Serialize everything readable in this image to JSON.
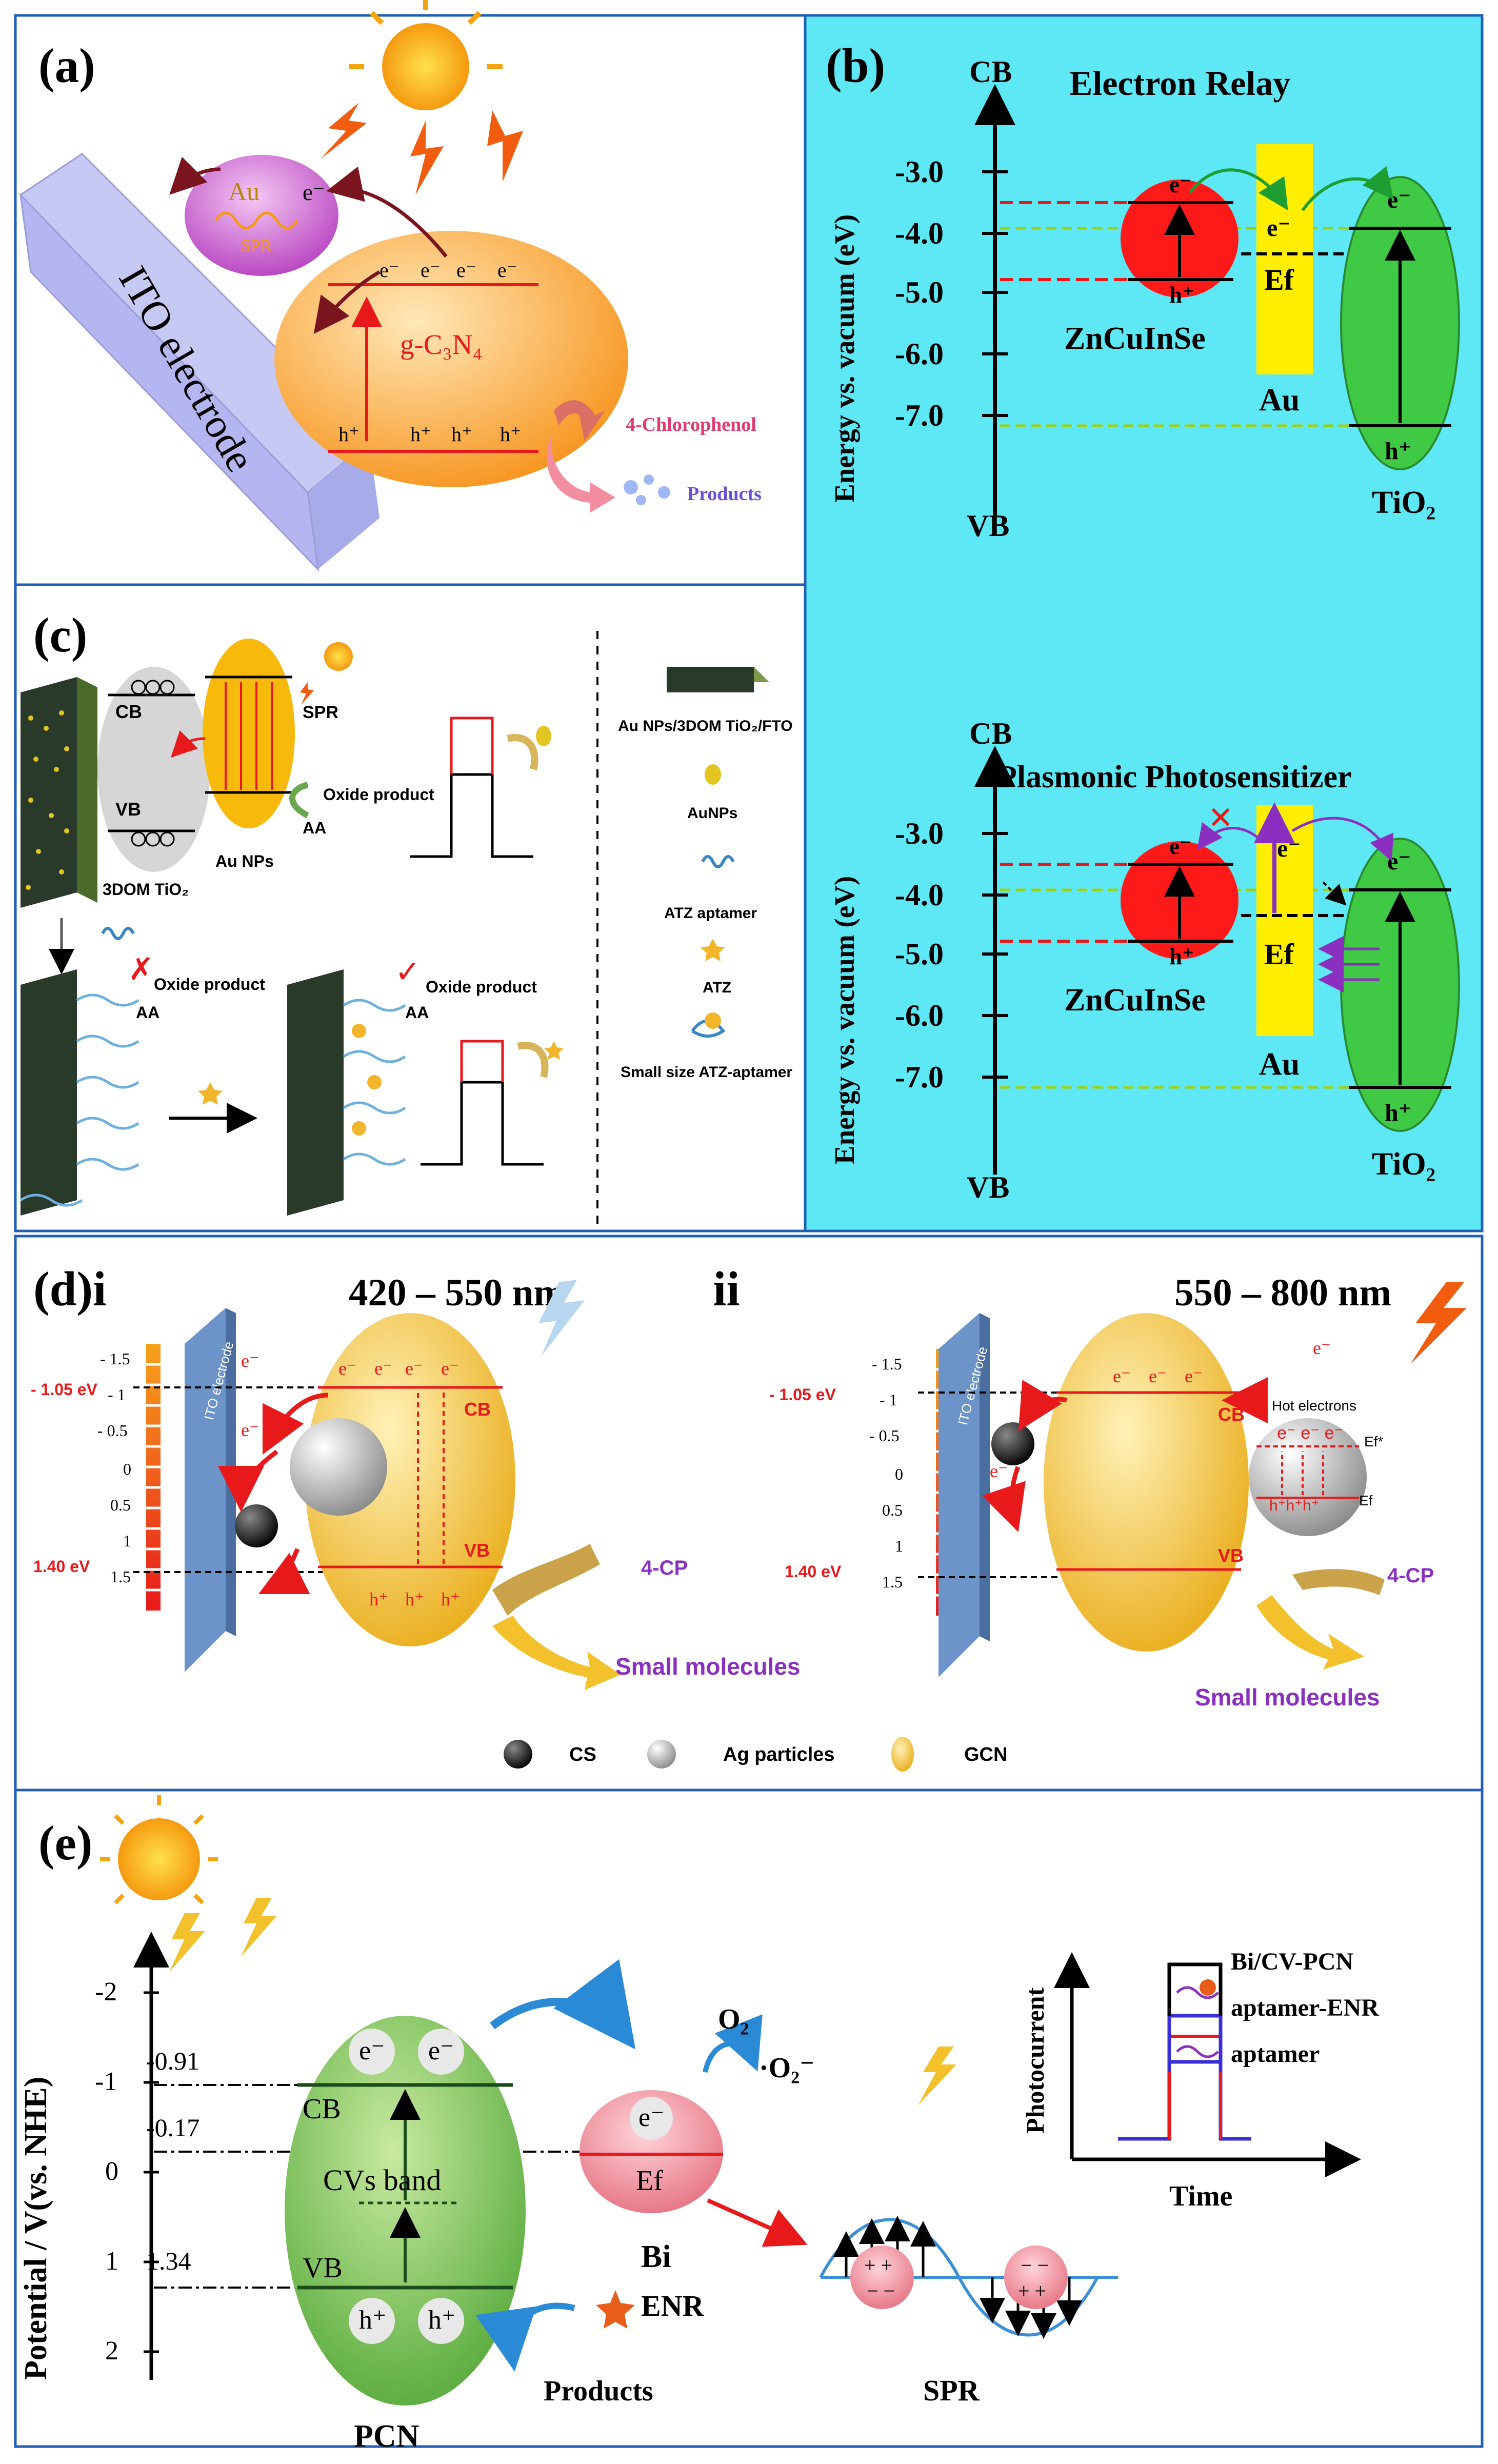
{
  "panel_a": {
    "label": "(a)",
    "electrode": "ITO electrode",
    "au": "Au",
    "spr": "SPR",
    "e": "e⁻",
    "semiconductor": "g-C₃N₄",
    "h": "h⁺",
    "reactant": "4-Chlorophenol",
    "products": "Products"
  },
  "panel_b": {
    "label": "(b)",
    "cb": "CB",
    "vb": "VB",
    "y_axis": "Energy vs. vacuum (eV)",
    "ticks": [
      "-3.0",
      "-4.0",
      "-5.0",
      "-6.0",
      "-7.0"
    ],
    "top_title": "Electron Relay",
    "bottom_title": "Plasmonic Photosensitizer",
    "znc": "ZnCuInSe",
    "au": "Au",
    "ef": "Ef",
    "tio2": "TiO₂",
    "e": "e⁻",
    "h": "h⁺"
  },
  "panel_c": {
    "label": "(c)",
    "cb": "CB",
    "vb": "VB",
    "tio2": "3DOM TiO₂",
    "aunps": "Au NPs",
    "spr": "SPR",
    "oxide": "Oxide product",
    "aa": "AA",
    "legend": [
      "Au NPs/3DOM TiO₂/FTO",
      "AuNPs",
      "ATZ aptamer",
      "ATZ",
      "Small size ATZ-aptamer"
    ]
  },
  "panel_d": {
    "label_i": "(d)i",
    "label_ii": "ii",
    "range_i": "420 – 550 nm",
    "range_ii": "550 – 800 nm",
    "electrode": "ITO electrode",
    "ticks": [
      "- 1.5",
      "- 1",
      "- 0.5",
      "0",
      "0.5",
      "1",
      "1.5"
    ],
    "cb_level": "- 1.05 eV",
    "vb_level": "1.40 eV",
    "cb": "CB",
    "vb": "VB",
    "hot": "Hot electrons",
    "ef_star": "Ef*",
    "ef": "Ef",
    "cp": "4-CP",
    "small": "Small molecules",
    "legend": [
      "CS",
      "Ag particles",
      "GCN"
    ]
  },
  "panel_e": {
    "label": "(e)",
    "y_axis": "Potential / V(vs. NHE)",
    "ticks": [
      "-2",
      "-1",
      "0",
      "1",
      "2"
    ],
    "levels": [
      "-0.91",
      "-0.17",
      "1.34"
    ],
    "cb": "CB",
    "vb": "VB",
    "cvs": "CVs band",
    "pcn": "PCN",
    "bi": "Bi",
    "ef": "Ef",
    "o2": "O₂",
    "o2rad": "·O₂⁻",
    "enr": "ENR",
    "products": "Products",
    "spr": "SPR",
    "inset_y": "Photocurrent",
    "inset_x": "Time",
    "inset_series": [
      "Bi/CV-PCN",
      "aptamer-ENR",
      "aptamer"
    ]
  },
  "colors": {
    "panel_b_bg": "#5ee8f5",
    "red": "#e8191b",
    "green": "#3fc944",
    "yellow": "#ffee00",
    "orange": "#f7a21c",
    "gold": "#f2c12c",
    "pcn_green": "#6cbf47",
    "bi_pink": "#f08c96",
    "blue": "#3b8fd9",
    "purple": "#7b2fa8"
  }
}
